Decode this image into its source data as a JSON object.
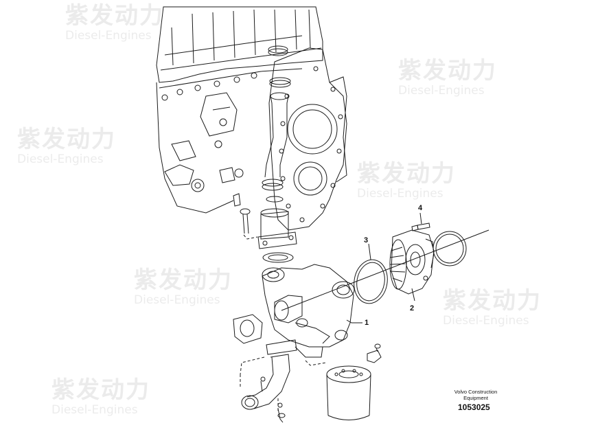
{
  "callouts": [
    "1",
    "2",
    "3",
    "4"
  ],
  "credit": {
    "line1": "Volvo Construction",
    "line2": "Equipment"
  },
  "reference_number": "1053025",
  "watermark": {
    "chinese": "紫发动力",
    "english": "Diesel-Engines"
  }
}
